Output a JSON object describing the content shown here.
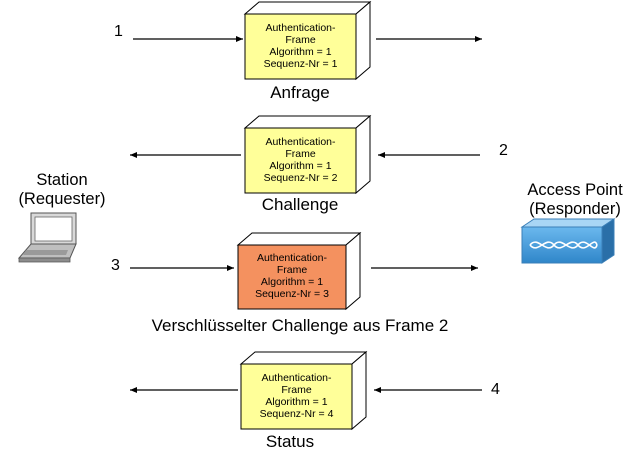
{
  "station": {
    "line1": "Station",
    "line2": "(Requester)"
  },
  "access_point": {
    "line1": "Access Point",
    "line2": "(Responder)"
  },
  "frames": [
    {
      "step": "1",
      "lines": [
        "Authentication-",
        "Frame",
        "Algorithm = 1",
        "Sequenz-Nr = 1"
      ],
      "caption": "Anfrage",
      "color": "#ffff99",
      "direction": "right"
    },
    {
      "step": "2",
      "lines": [
        "Authentication-",
        "Frame",
        "Algorithm = 1",
        "Sequenz-Nr = 2"
      ],
      "caption": "Challenge",
      "color": "#ffff99",
      "direction": "left"
    },
    {
      "step": "3",
      "lines": [
        "Authentication-",
        "Frame",
        "Algorithm = 1",
        "Sequenz-Nr = 3"
      ],
      "caption": "Verschlüsselter Challenge aus Frame 2",
      "color": "#f4915f",
      "direction": "right"
    },
    {
      "step": "4",
      "lines": [
        "Authentication-",
        "Frame",
        "Algorithm = 1",
        "Sequenz-Nr = 4"
      ],
      "caption": "Status",
      "color": "#ffff99",
      "direction": "left"
    }
  ]
}
